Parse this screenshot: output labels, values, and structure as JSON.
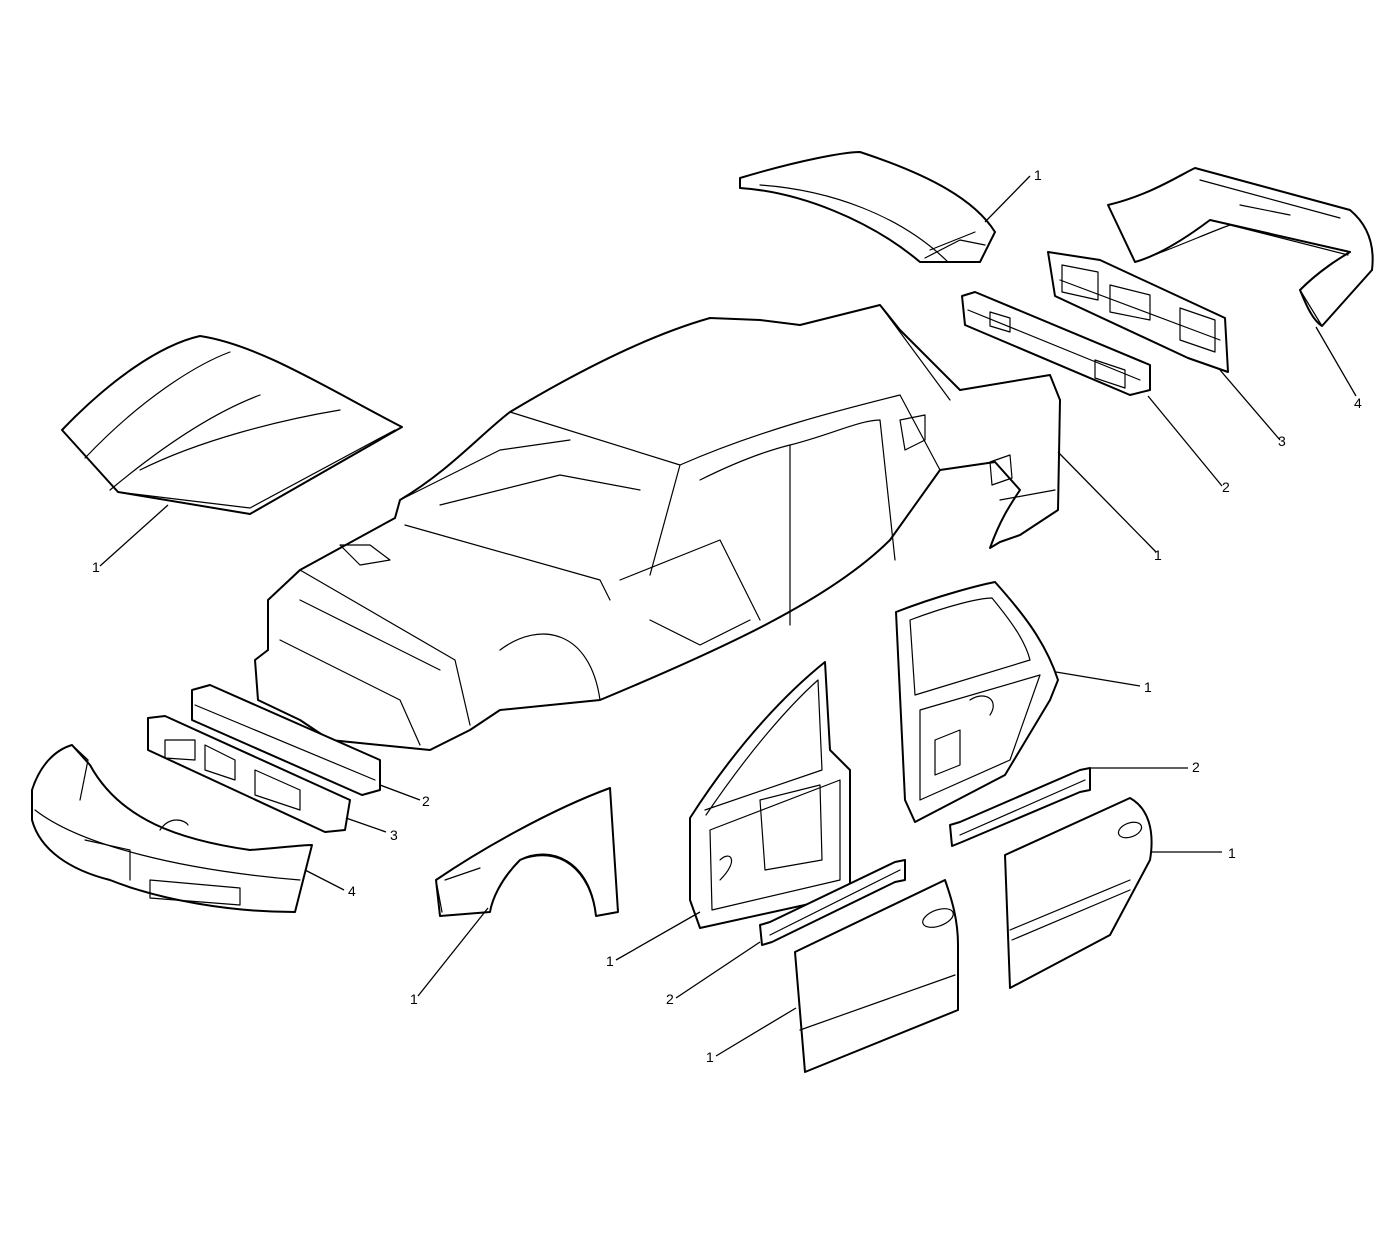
{
  "diagram": {
    "style": "line-art exploded view",
    "colors": {
      "stroke": "#000000",
      "background": "#ffffff"
    },
    "callouts": {
      "hood": "1",
      "body_shell": "1",
      "trunk_lid": "1",
      "rear_bumper_fascia": "4",
      "rear_energy_absorber": "3",
      "rear_impact_bar": "2",
      "front_impact_bar": "2",
      "front_energy_absorber": "3",
      "front_bumper_fascia": "4",
      "front_fender": "1",
      "front_door_frame": "1",
      "front_door_beam": "2",
      "front_door_outer_panel": "1",
      "rear_door_frame": "1",
      "rear_door_beam": "2",
      "rear_door_outer_panel": "1"
    }
  }
}
